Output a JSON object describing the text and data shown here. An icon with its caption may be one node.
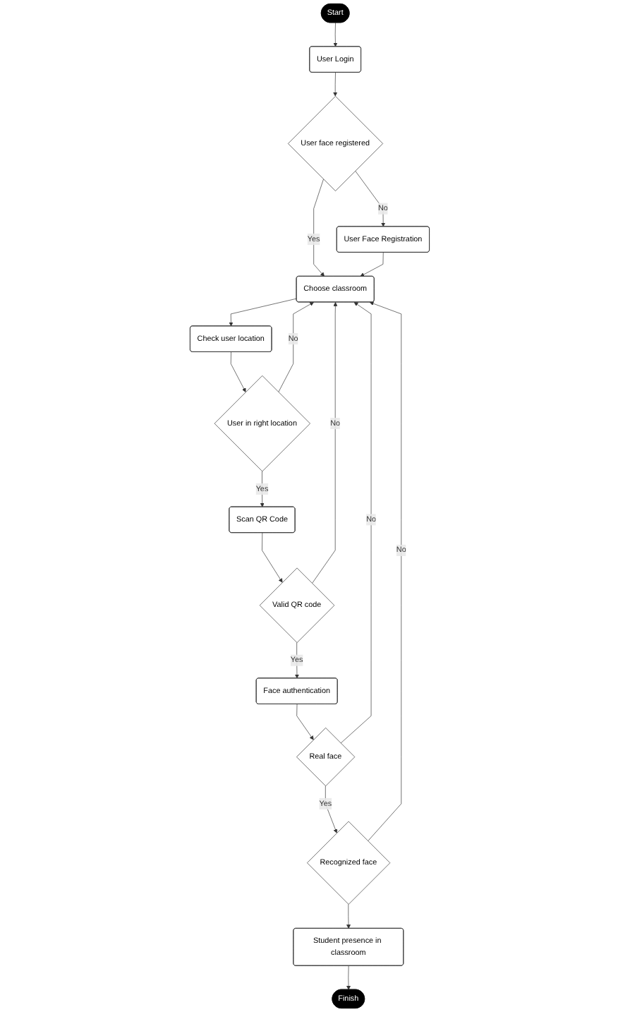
{
  "diagram": {
    "nodes": [
      {
        "text": [
          "Start"
        ]
      },
      {
        "text": [
          "User Login"
        ]
      },
      {
        "text": [
          "User face registered"
        ]
      },
      {
        "text": [
          "User Face Registration"
        ]
      },
      {
        "text": [
          "Choose classroom"
        ]
      },
      {
        "text": [
          "Check user location"
        ]
      },
      {
        "text": [
          "User in right location"
        ]
      },
      {
        "text": [
          "Scan QR Code"
        ]
      },
      {
        "text": [
          "Valid QR code"
        ]
      },
      {
        "text": [
          "Face authentication"
        ]
      },
      {
        "text": [
          "Real face"
        ]
      },
      {
        "text": [
          "Recognized face"
        ]
      },
      {
        "text": [
          "Student presence in classroom"
        ]
      },
      {
        "text": [
          "Finish"
        ]
      }
    ],
    "edges": [
      {
        "from": 0,
        "to": 1,
        "arrow": "to"
      },
      {
        "from": 1,
        "to": 2,
        "arrow": "to"
      },
      {
        "from": 2,
        "to": 4,
        "label": "Yes",
        "arrow": "to"
      },
      {
        "from": 2,
        "to": 3,
        "label": "No",
        "arrow": "to"
      },
      {
        "from": 3,
        "to": 4,
        "arrow": "to"
      },
      {
        "from": 4,
        "to": 5,
        "arrow": "to"
      },
      {
        "from": 5,
        "to": 6,
        "arrow": "to"
      },
      {
        "from": 6,
        "to": 4,
        "label": "No",
        "arrow": "to"
      },
      {
        "from": 6,
        "to": 7,
        "label": "Yes",
        "arrow": "to"
      },
      {
        "from": 7,
        "to": 8,
        "arrow": "to"
      },
      {
        "from": 8,
        "to": 4,
        "label": "No",
        "arrow": "to"
      },
      {
        "from": 8,
        "to": 9,
        "label": "Yes",
        "arrow": "to"
      },
      {
        "from": 9,
        "to": 10,
        "arrow": "to"
      },
      {
        "from": 10,
        "to": 4,
        "label": "No",
        "arrow": "to"
      },
      {
        "from": 10,
        "to": 11,
        "label": "Yes",
        "arrow": "to"
      },
      {
        "from": 11,
        "to": 12,
        "arrow": "to"
      },
      {
        "from": 11,
        "to": 4,
        "label": "No",
        "arrow": "to"
      },
      {
        "from": 12,
        "to": 13,
        "arrow": "to"
      }
    ]
  }
}
